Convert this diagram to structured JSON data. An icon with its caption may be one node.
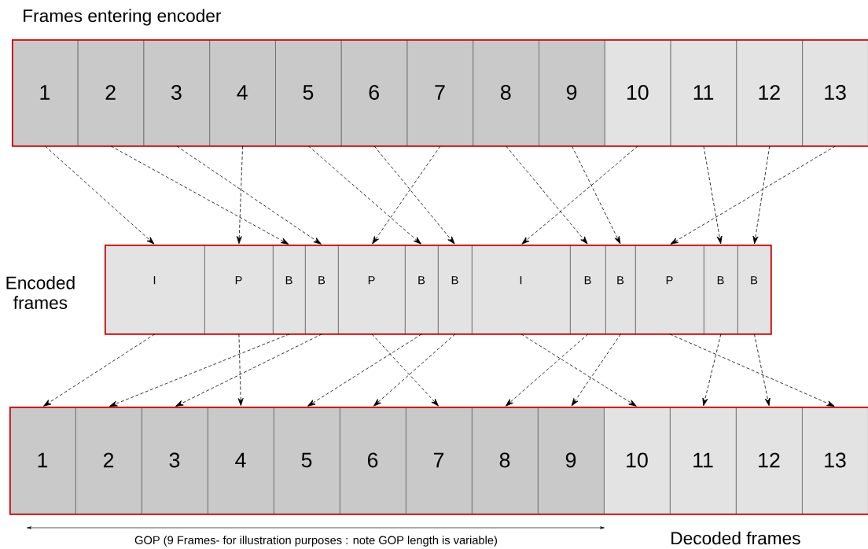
{
  "diagram": {
    "nodes": [
      {
        "text": [
          "Frames entering encoder"
        ]
      },
      {
        "text": [
          "1"
        ],
        "in": 0
      },
      {
        "text": [
          "2"
        ],
        "in": 0
      },
      {
        "text": [
          "3"
        ],
        "in": 0
      },
      {
        "text": [
          "4"
        ],
        "in": 0
      },
      {
        "text": [
          "5"
        ],
        "in": 0
      },
      {
        "text": [
          "6"
        ],
        "in": 0
      },
      {
        "text": [
          "7"
        ],
        "in": 0
      },
      {
        "text": [
          "8"
        ],
        "in": 0
      },
      {
        "text": [
          "9"
        ],
        "in": 0
      },
      {
        "text": [
          "10"
        ],
        "in": 0
      },
      {
        "text": [
          "11"
        ],
        "in": 0
      },
      {
        "text": [
          "12"
        ],
        "in": 0
      },
      {
        "text": [
          "13"
        ],
        "in": 0
      },
      {
        "text": [
          "Encoded frames"
        ]
      },
      {
        "text": [
          "I"
        ],
        "in": 14
      },
      {
        "text": [
          "P"
        ],
        "in": 14
      },
      {
        "text": [
          "B"
        ],
        "in": 14
      },
      {
        "text": [
          "B"
        ],
        "in": 14
      },
      {
        "text": [
          "P"
        ],
        "in": 14
      },
      {
        "text": [
          "B"
        ],
        "in": 14
      },
      {
        "text": [
          "B"
        ],
        "in": 14
      },
      {
        "text": [
          "I"
        ],
        "in": 14
      },
      {
        "text": [
          "B"
        ],
        "in": 14
      },
      {
        "text": [
          "B"
        ],
        "in": 14
      },
      {
        "text": [
          "P"
        ],
        "in": 14
      },
      {
        "text": [
          "B"
        ],
        "in": 14
      },
      {
        "text": [
          "B"
        ],
        "in": 14
      },
      {
        "text": [
          "Decoded frames"
        ]
      },
      {
        "text": [
          "1"
        ],
        "in": 28
      },
      {
        "text": [
          "2"
        ],
        "in": 28
      },
      {
        "text": [
          "3"
        ],
        "in": 28
      },
      {
        "text": [
          "4"
        ],
        "in": 28
      },
      {
        "text": [
          "5"
        ],
        "in": 28
      },
      {
        "text": [
          "6"
        ],
        "in": 28
      },
      {
        "text": [
          "7"
        ],
        "in": 28
      },
      {
        "text": [
          "8"
        ],
        "in": 28
      },
      {
        "text": [
          "9"
        ],
        "in": 28
      },
      {
        "text": [
          "10"
        ],
        "in": 28
      },
      {
        "text": [
          "11"
        ],
        "in": 28
      },
      {
        "text": [
          "12"
        ],
        "in": 28
      },
      {
        "text": [
          "13"
        ],
        "in": 28
      }
    ],
    "edges": [
      {
        "from": 1,
        "to": 15,
        "arrow": "to"
      },
      {
        "from": 2,
        "to": 17,
        "arrow": "to"
      },
      {
        "from": 3,
        "to": 18,
        "arrow": "to"
      },
      {
        "from": 4,
        "to": 16,
        "arrow": "to"
      },
      {
        "from": 5,
        "to": 20,
        "arrow": "to"
      },
      {
        "from": 6,
        "to": 21,
        "arrow": "to"
      },
      {
        "from": 7,
        "to": 19,
        "arrow": "to"
      },
      {
        "from": 8,
        "to": 23,
        "arrow": "to"
      },
      {
        "from": 9,
        "to": 24,
        "arrow": "to"
      },
      {
        "from": 10,
        "to": 22,
        "arrow": "to"
      },
      {
        "from": 11,
        "to": 26,
        "arrow": "to"
      },
      {
        "from": 12,
        "to": 27,
        "arrow": "to"
      },
      {
        "from": 13,
        "to": 25,
        "arrow": "to"
      },
      {
        "from": 15,
        "to": 29,
        "arrow": "to"
      },
      {
        "from": 16,
        "to": 32,
        "arrow": "to"
      },
      {
        "from": 17,
        "to": 30,
        "arrow": "to"
      },
      {
        "from": 18,
        "to": 31,
        "arrow": "to"
      },
      {
        "from": 19,
        "to": 35,
        "arrow": "to"
      },
      {
        "from": 20,
        "to": 33,
        "arrow": "to"
      },
      {
        "from": 21,
        "to": 34,
        "arrow": "to"
      },
      {
        "from": 22,
        "to": 38,
        "arrow": "to"
      },
      {
        "from": 23,
        "to": 36,
        "arrow": "to"
      },
      {
        "from": 24,
        "to": 37,
        "arrow": "to"
      },
      {
        "from": 25,
        "to": 41,
        "arrow": "to"
      },
      {
        "from": 26,
        "to": 39,
        "arrow": "to"
      },
      {
        "from": 27,
        "to": 40,
        "arrow": "to"
      }
    ],
    "labels": [
      "GOP (9 Frames- for illustration purposes : note GOP length is variable)"
    ]
  }
}
